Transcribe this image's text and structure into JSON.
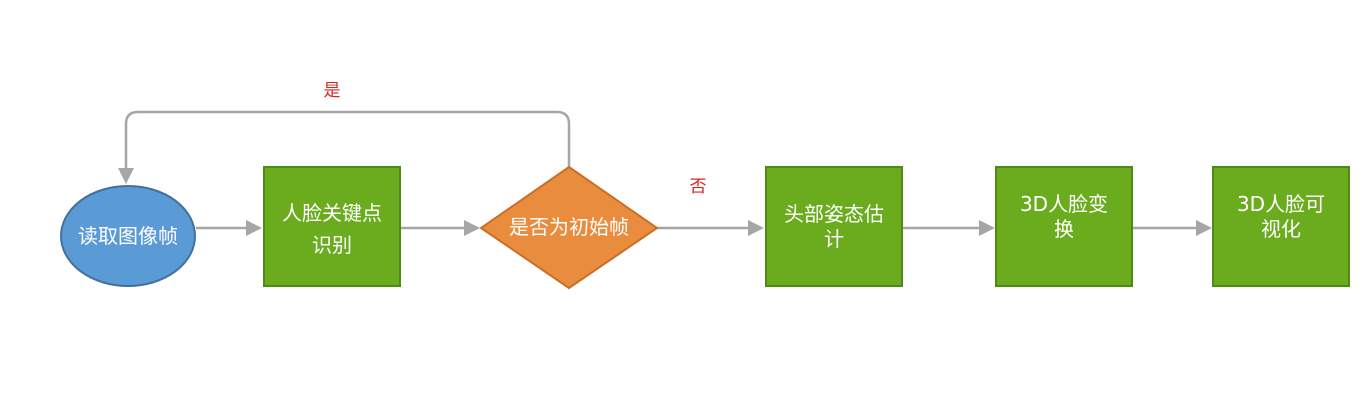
{
  "colors": {
    "start_fill": "#5b9bd5",
    "start_stroke": "#41719c",
    "process_fill": "#6aac1e",
    "process_stroke": "#4f8a15",
    "decision_fill": "#ea8c3e",
    "decision_stroke": "#c96f27",
    "connector": "#a6a6a6",
    "label_text": "#d9261c"
  },
  "nodes": {
    "read_frame": {
      "shape": "ellipse",
      "line1": "读取图像帧",
      "line2": ""
    },
    "face_keypoints": {
      "shape": "rectangle",
      "line1": "人脸关键点",
      "line2": "识别"
    },
    "is_first_frame": {
      "shape": "diamond",
      "line1": "是否为初始帧",
      "line2": ""
    },
    "head_pose": {
      "shape": "rectangle",
      "line1": "头部姿态估",
      "line2": "计"
    },
    "face_3d_transform": {
      "shape": "rectangle",
      "line1": "3D人脸变",
      "line2": "换"
    },
    "face_3d_visualize": {
      "shape": "rectangle",
      "line1": "3D人脸可",
      "line2": "视化"
    }
  },
  "edges": {
    "yes_label": "是",
    "no_label": "否"
  }
}
